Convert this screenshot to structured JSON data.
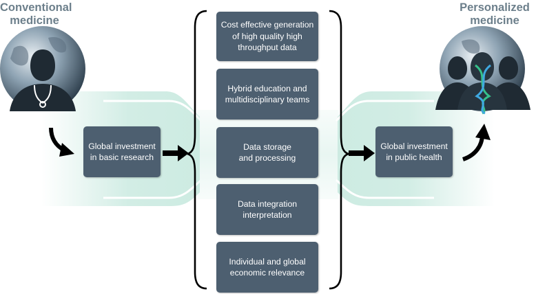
{
  "conventional": {
    "label": "Conventional\nmedicine"
  },
  "personalized": {
    "label": "Personalized\nmedicine"
  },
  "left_box": {
    "label": "Global investment\nin basic research"
  },
  "right_box": {
    "label": "Global investment\nin public health"
  },
  "center_boxes": [
    {
      "label": "Cost effective generation\nof high quality high\nthroughput data"
    },
    {
      "label": "Hybrid education and\nmultidisciplinary teams"
    },
    {
      "label": "Data storage\nand processing"
    },
    {
      "label": "Data integration\ninterpretation"
    },
    {
      "label": "Individual and global\neconomic relevance"
    }
  ],
  "icons": {
    "left": "globe-doctor-icon",
    "right": "globe-people-dna-icon"
  },
  "colors": {
    "box": "#4d5f70",
    "heading": "#6c7f8b",
    "band": "#cdebe2",
    "arrow": "#000000"
  }
}
